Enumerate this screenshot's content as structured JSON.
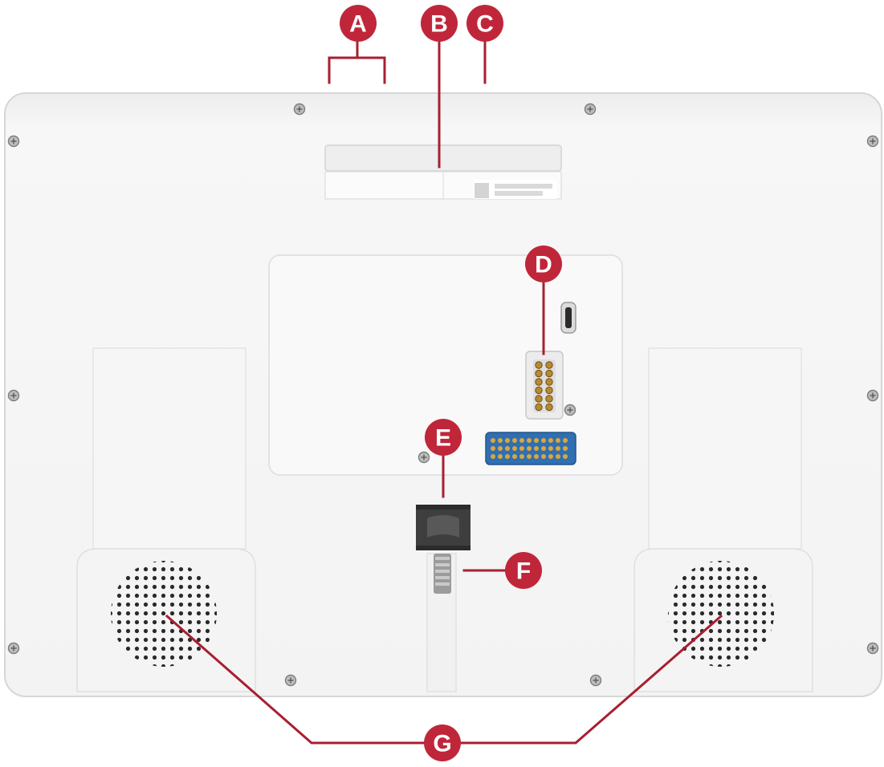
{
  "diagram": {
    "subject": "device-back-panel",
    "colors": {
      "callout": "#c0263a",
      "housing": "#f5f5f5",
      "housing_edge": "#dcdcdc",
      "panel": "#f8f8f8",
      "leader": "#a81f30",
      "connector_gold": "#b8892f",
      "pcb_blue": "#2f6fb2",
      "clip": "#3e3e3e"
    },
    "callouts": [
      {
        "id": "A",
        "label": "A"
      },
      {
        "id": "B",
        "label": "B"
      },
      {
        "id": "C",
        "label": "C"
      },
      {
        "id": "D",
        "label": "D"
      },
      {
        "id": "E",
        "label": "E"
      },
      {
        "id": "F",
        "label": "F"
      },
      {
        "id": "G",
        "label": "G"
      }
    ]
  }
}
